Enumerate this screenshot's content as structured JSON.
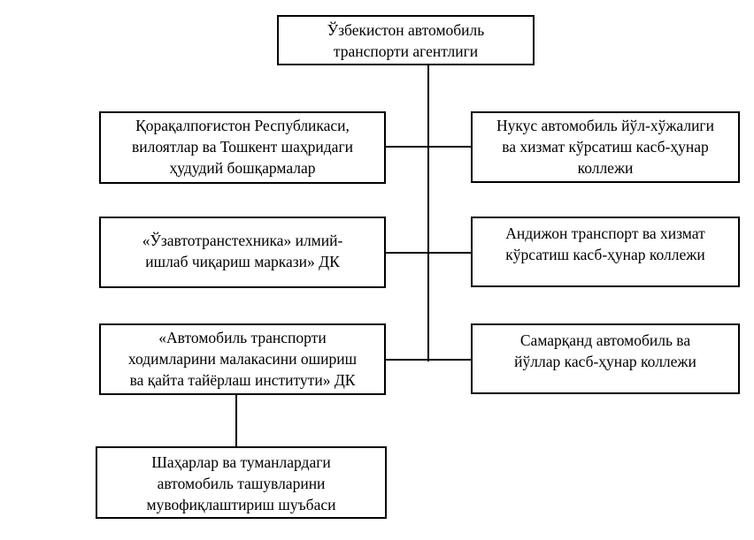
{
  "root": {
    "lines": [
      "Ўзбекистон автомобиль",
      "транспорти агентлиги"
    ]
  },
  "left": [
    {
      "lines": [
        "Қорақалпоғистон Республикаси,",
        "вилоятлар ва Тошкент шаҳридаги",
        "ҳудудий бошқармалар"
      ]
    },
    {
      "lines": [
        "«Ўзавтотранстехника» илмий-",
        "ишлаб чиқариш маркази» ДК"
      ]
    },
    {
      "lines": [
        "«Автомобиль транспорти",
        "ходимларини малакасини ошириш",
        "ва қайта тайёрлаш институти» ДК"
      ]
    }
  ],
  "right": [
    {
      "lines": [
        "Нукус автомобиль йўл-хўжалиги",
        "ва хизмат кўрсатиш касб-ҳунар",
        "коллежи"
      ]
    },
    {
      "lines": [
        "Андижон транспорт ва хизмат",
        "кўрсатиш касб-ҳунар коллежи"
      ]
    },
    {
      "lines": [
        "Самарқанд автомобиль ва",
        "йўллар касб-ҳунар коллежи"
      ]
    }
  ],
  "sub": {
    "lines": [
      "Шаҳарлар ва туманлардаги",
      "автомобиль ташувларини",
      "мувофиқлаштириш шуъбаси"
    ]
  }
}
